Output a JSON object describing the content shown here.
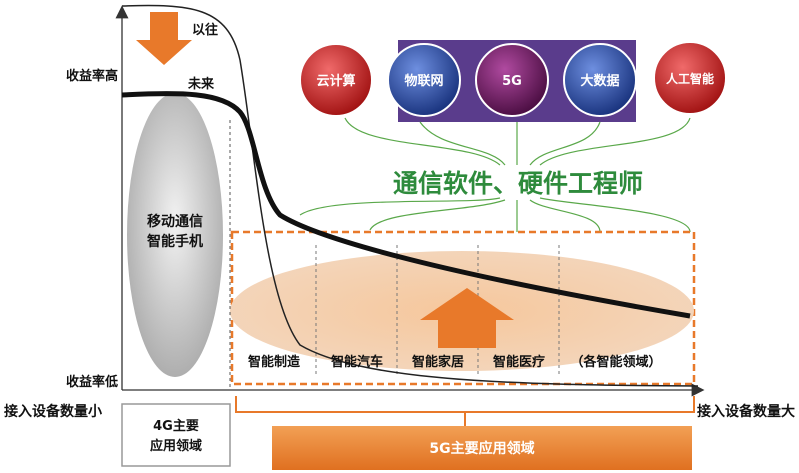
{
  "axis": {
    "y_high": "收益率高",
    "y_low": "收益率低",
    "x_small": "接入设备数量小",
    "x_large": "接入设备数量大"
  },
  "curves": {
    "past": "以往",
    "future": "未来"
  },
  "segment_4g": {
    "ellipse_label_line1": "移动通信",
    "ellipse_label_line2": "智能手机",
    "box_line1": "4G主要",
    "box_line2": "应用领域"
  },
  "segment_5g": {
    "bar_label": "5G主要应用领域",
    "fields": [
      "智能制造",
      "智能汽车",
      "智能家居",
      "智能医疗",
      "（各智能领域）"
    ]
  },
  "tech_circles": [
    {
      "label": "云计算",
      "color": "#d42a2a"
    },
    {
      "label": "物联网",
      "color": "#2a4fa8"
    },
    {
      "label": "5G",
      "color": "#7a1f6a"
    },
    {
      "label": "大数据",
      "color": "#2a4fa8"
    },
    {
      "label": "人工智能",
      "color": "#c62828"
    }
  ],
  "engineer_title": "通信软件、硬件工程师",
  "colors": {
    "orange": "#e8792a",
    "green_text": "#2e8b3c",
    "purple_band": "#5a3c8c"
  }
}
